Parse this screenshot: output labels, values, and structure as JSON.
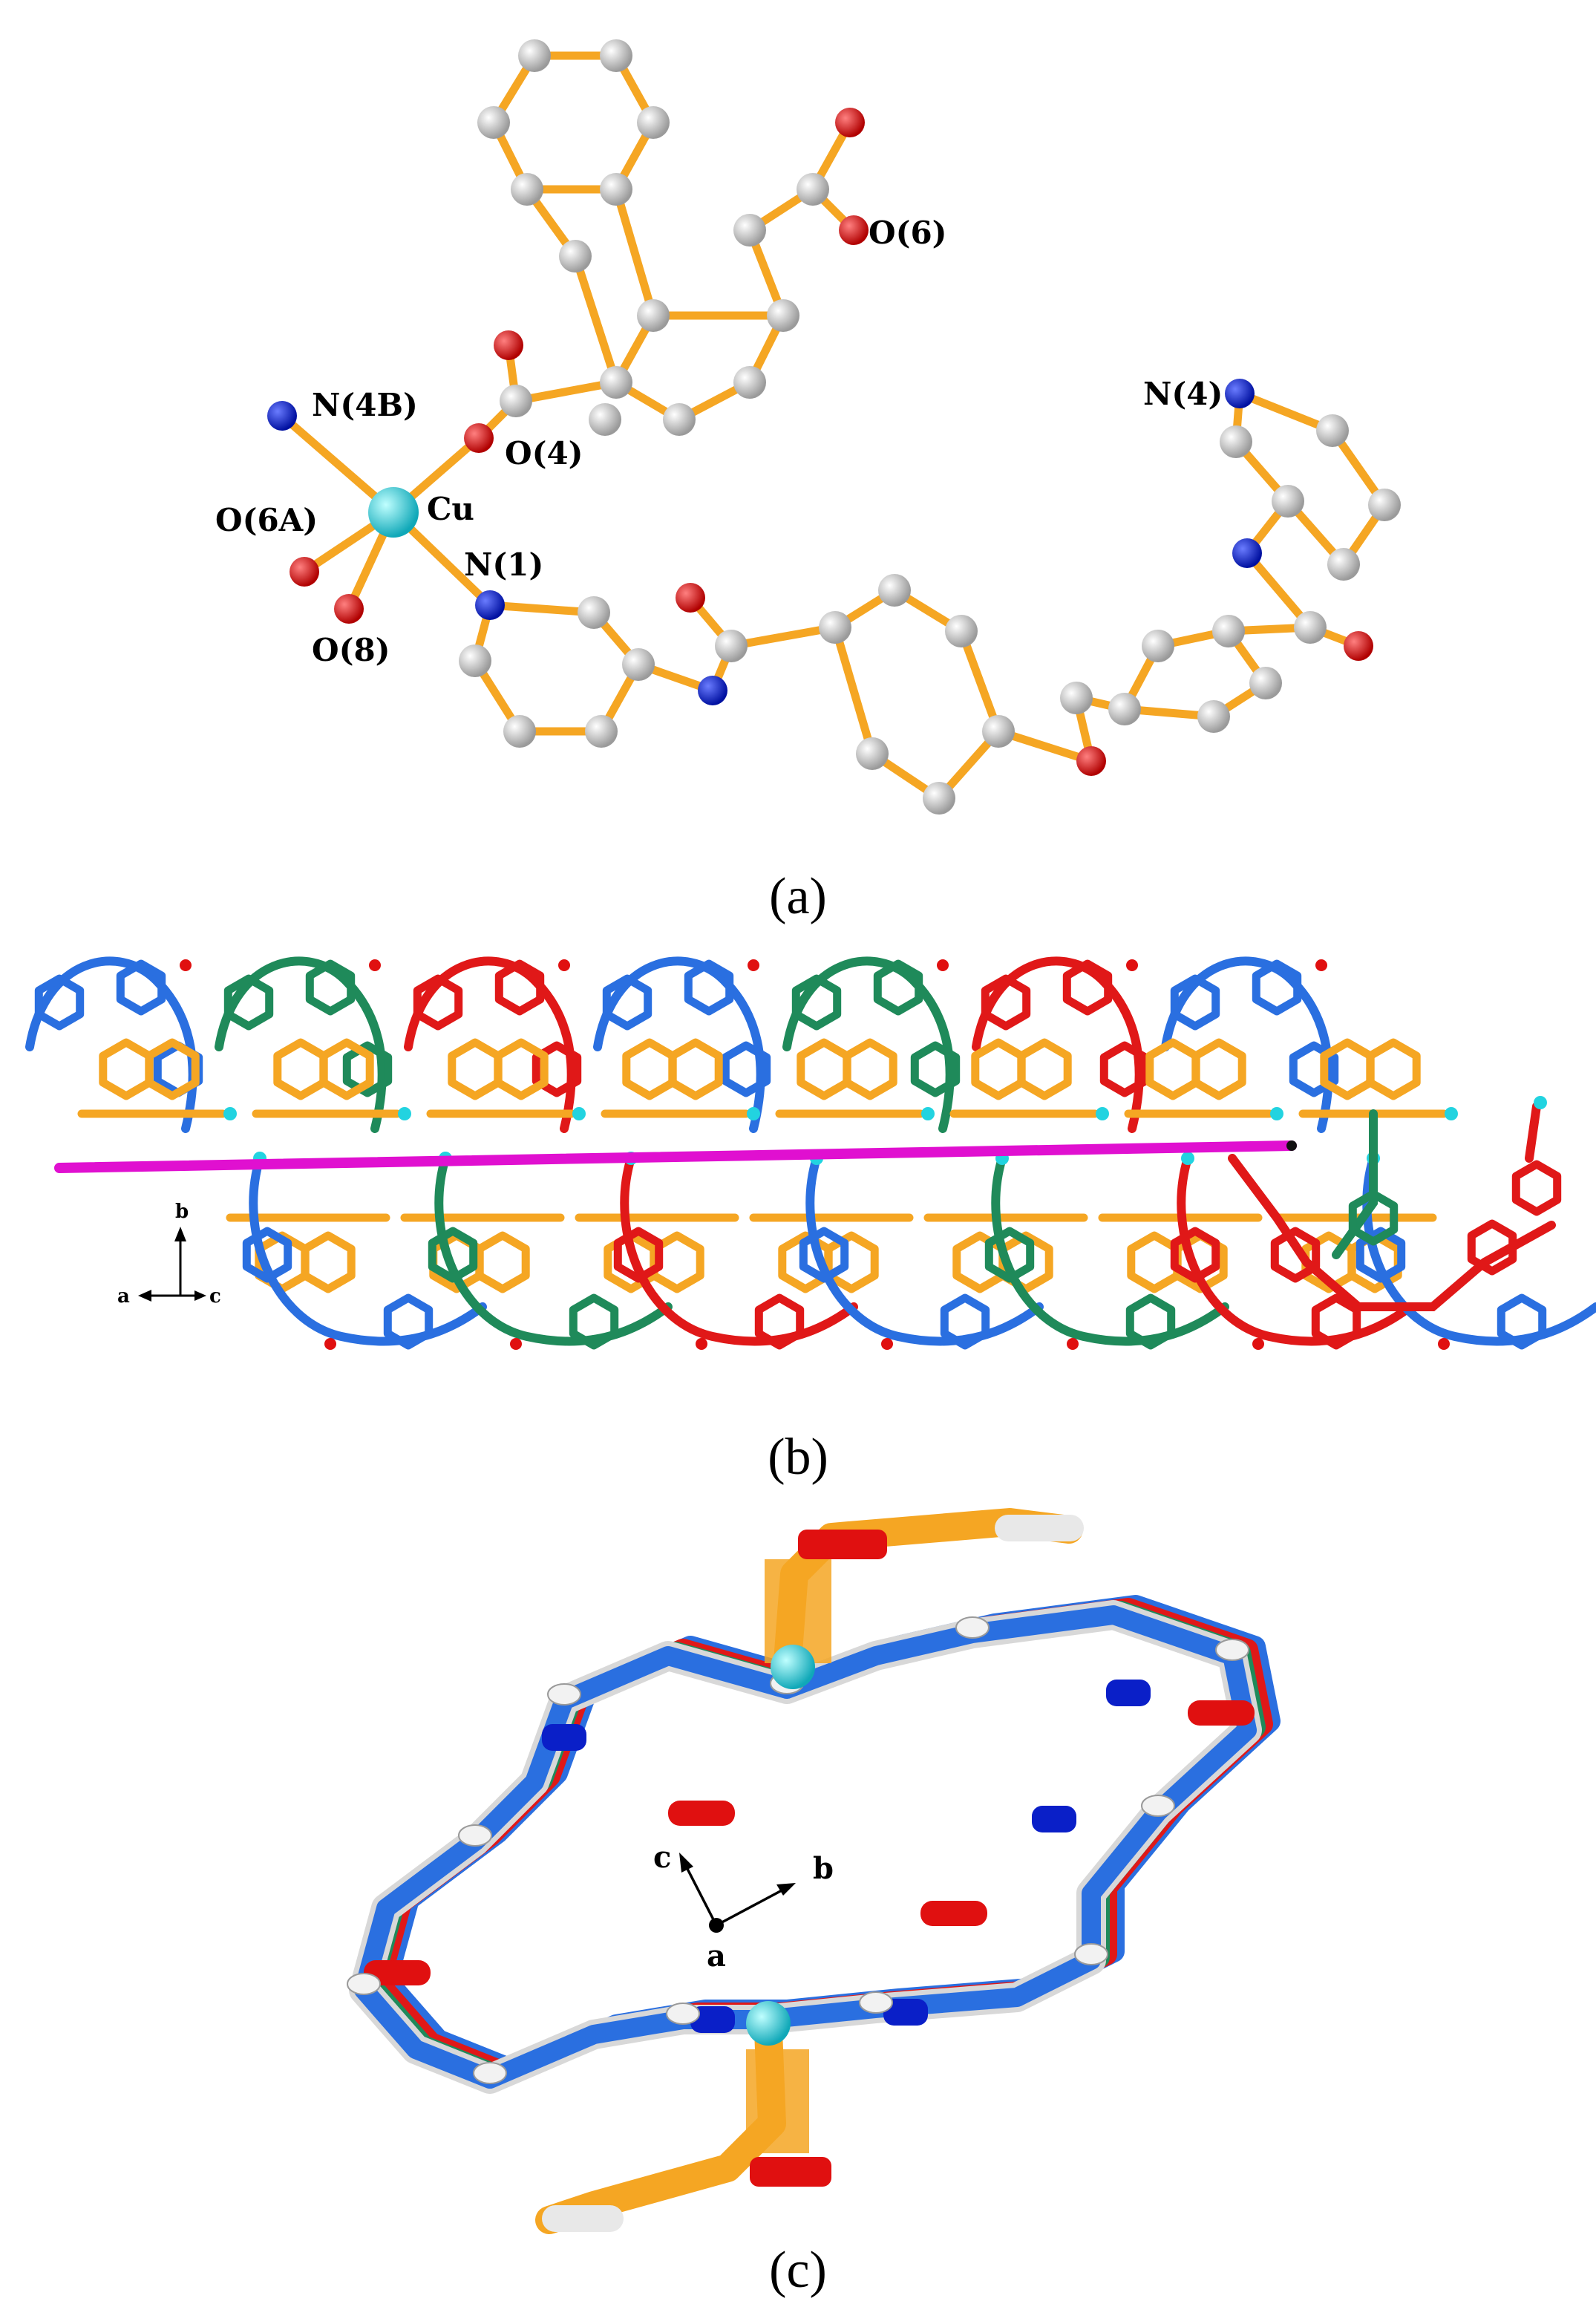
{
  "panel_a": {
    "caption": "(a)",
    "atoms": {
      "n4b": "N(4B)",
      "o4": "O(4)",
      "cu": "Cu",
      "o6a": "O(6A)",
      "n1": "N(1)",
      "o8": "O(8)",
      "o6": "O(6)",
      "n4": "N(4)"
    }
  },
  "panel_b": {
    "caption": "(b)",
    "axes": {
      "b": "b",
      "a": "a",
      "c": "c"
    }
  },
  "panel_c": {
    "caption": "(c)",
    "axes": {
      "c": "c",
      "b": "b",
      "a": "a"
    }
  },
  "colors": {
    "bond": "#f5a623",
    "carbon": "#c8c8c8",
    "nitrogen": "#0a1fc8",
    "oxygen": "#e01010",
    "copper": "#22d3e0",
    "chain_blue": "#2a6fe0",
    "chain_green": "#1f8a5a",
    "chain_red": "#e01818",
    "chain_orange": "#f5a623",
    "axis_line": "#e010d0"
  }
}
